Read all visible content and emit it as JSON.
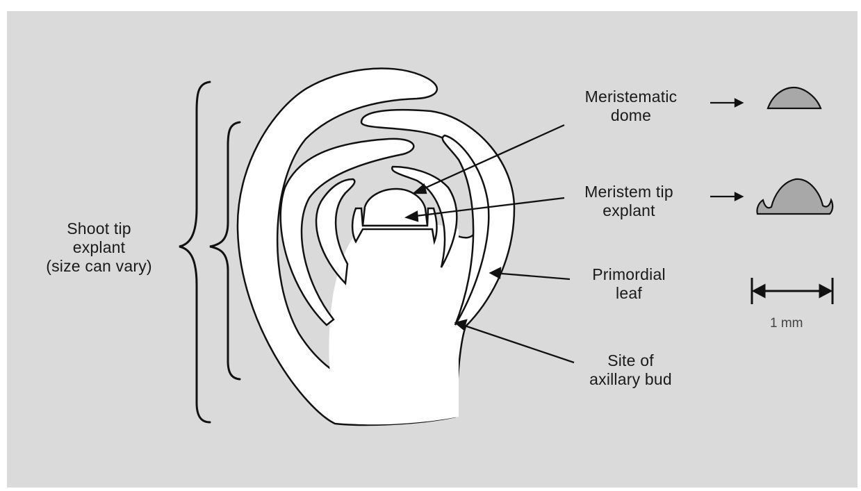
{
  "diagram": {
    "labels": {
      "shoot_tip": [
        "Shoot tip",
        "explant",
        "(size can vary)"
      ],
      "meristematic_dome": [
        "Meristematic",
        "dome"
      ],
      "meristem_tip": [
        "Meristem tip",
        "explant"
      ],
      "primordial_leaf": [
        "Primordial",
        "leaf"
      ],
      "axillary_bud": [
        "Site of",
        "axillary bud"
      ]
    },
    "scale_bar": {
      "label": "1 mm"
    },
    "colors": {
      "background": "#dadada",
      "outline": "#111111",
      "tissue_fill": "#ffffff",
      "meristem_fill": "#a8a8a8"
    }
  }
}
